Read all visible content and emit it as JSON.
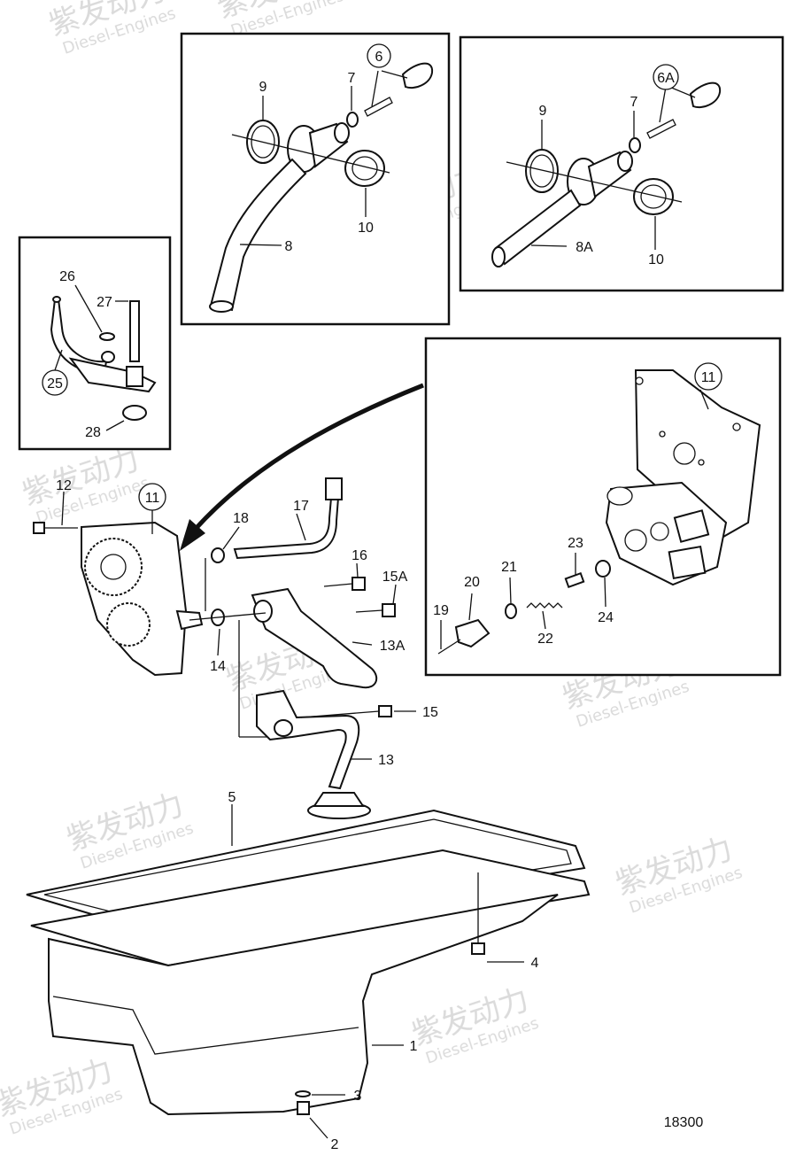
{
  "watermark": {
    "chinese": "紫发动力",
    "english": "Diesel-Engines"
  },
  "drawing_number": "18300",
  "callouts": [
    {
      "id": "c1",
      "text": "1"
    },
    {
      "id": "c2",
      "text": "2"
    },
    {
      "id": "c3",
      "text": "3"
    },
    {
      "id": "c4",
      "text": "4"
    },
    {
      "id": "c5",
      "text": "5"
    },
    {
      "id": "c6",
      "text": "6"
    },
    {
      "id": "c6a",
      "text": "6A"
    },
    {
      "id": "c7a",
      "text": "7"
    },
    {
      "id": "c7b",
      "text": "7"
    },
    {
      "id": "c8",
      "text": "8"
    },
    {
      "id": "c8a",
      "text": "8A"
    },
    {
      "id": "c9a",
      "text": "9"
    },
    {
      "id": "c9b",
      "text": "9"
    },
    {
      "id": "c10a",
      "text": "10"
    },
    {
      "id": "c10b",
      "text": "10"
    },
    {
      "id": "c11a",
      "text": "11"
    },
    {
      "id": "c11b",
      "text": "11"
    },
    {
      "id": "c12",
      "text": "12"
    },
    {
      "id": "c13",
      "text": "13"
    },
    {
      "id": "c13a",
      "text": "13A"
    },
    {
      "id": "c14",
      "text": "14"
    },
    {
      "id": "c15",
      "text": "15"
    },
    {
      "id": "c15a",
      "text": "15A"
    },
    {
      "id": "c16",
      "text": "16"
    },
    {
      "id": "c17",
      "text": "17"
    },
    {
      "id": "c18",
      "text": "18"
    },
    {
      "id": "c19",
      "text": "19"
    },
    {
      "id": "c20",
      "text": "20"
    },
    {
      "id": "c21",
      "text": "21"
    },
    {
      "id": "c22",
      "text": "22"
    },
    {
      "id": "c23",
      "text": "23"
    },
    {
      "id": "c24",
      "text": "24"
    },
    {
      "id": "c25",
      "text": "25"
    },
    {
      "id": "c26",
      "text": "26"
    },
    {
      "id": "c27",
      "text": "27"
    },
    {
      "id": "c28",
      "text": "28"
    }
  ]
}
